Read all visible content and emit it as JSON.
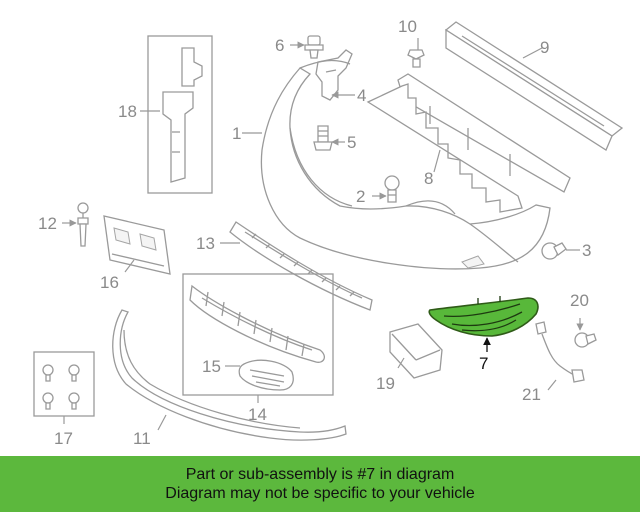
{
  "callouts": {
    "c1": "1",
    "c2": "2",
    "c3": "3",
    "c4": "4",
    "c5": "5",
    "c6": "6",
    "c7": "7",
    "c8": "8",
    "c9": "9",
    "c10": "10",
    "c11": "11",
    "c12": "12",
    "c13": "13",
    "c14": "14",
    "c15": "15",
    "c16": "16",
    "c17": "17",
    "c18": "18",
    "c19": "19",
    "c20": "20",
    "c21": "21"
  },
  "highlight": {
    "part": "7",
    "color": "#58b83a"
  },
  "banner": {
    "line1": "Part or sub-assembly is #7 in diagram",
    "line2": "Diagram may not be specific to your vehicle",
    "color": "#5cb83d"
  }
}
